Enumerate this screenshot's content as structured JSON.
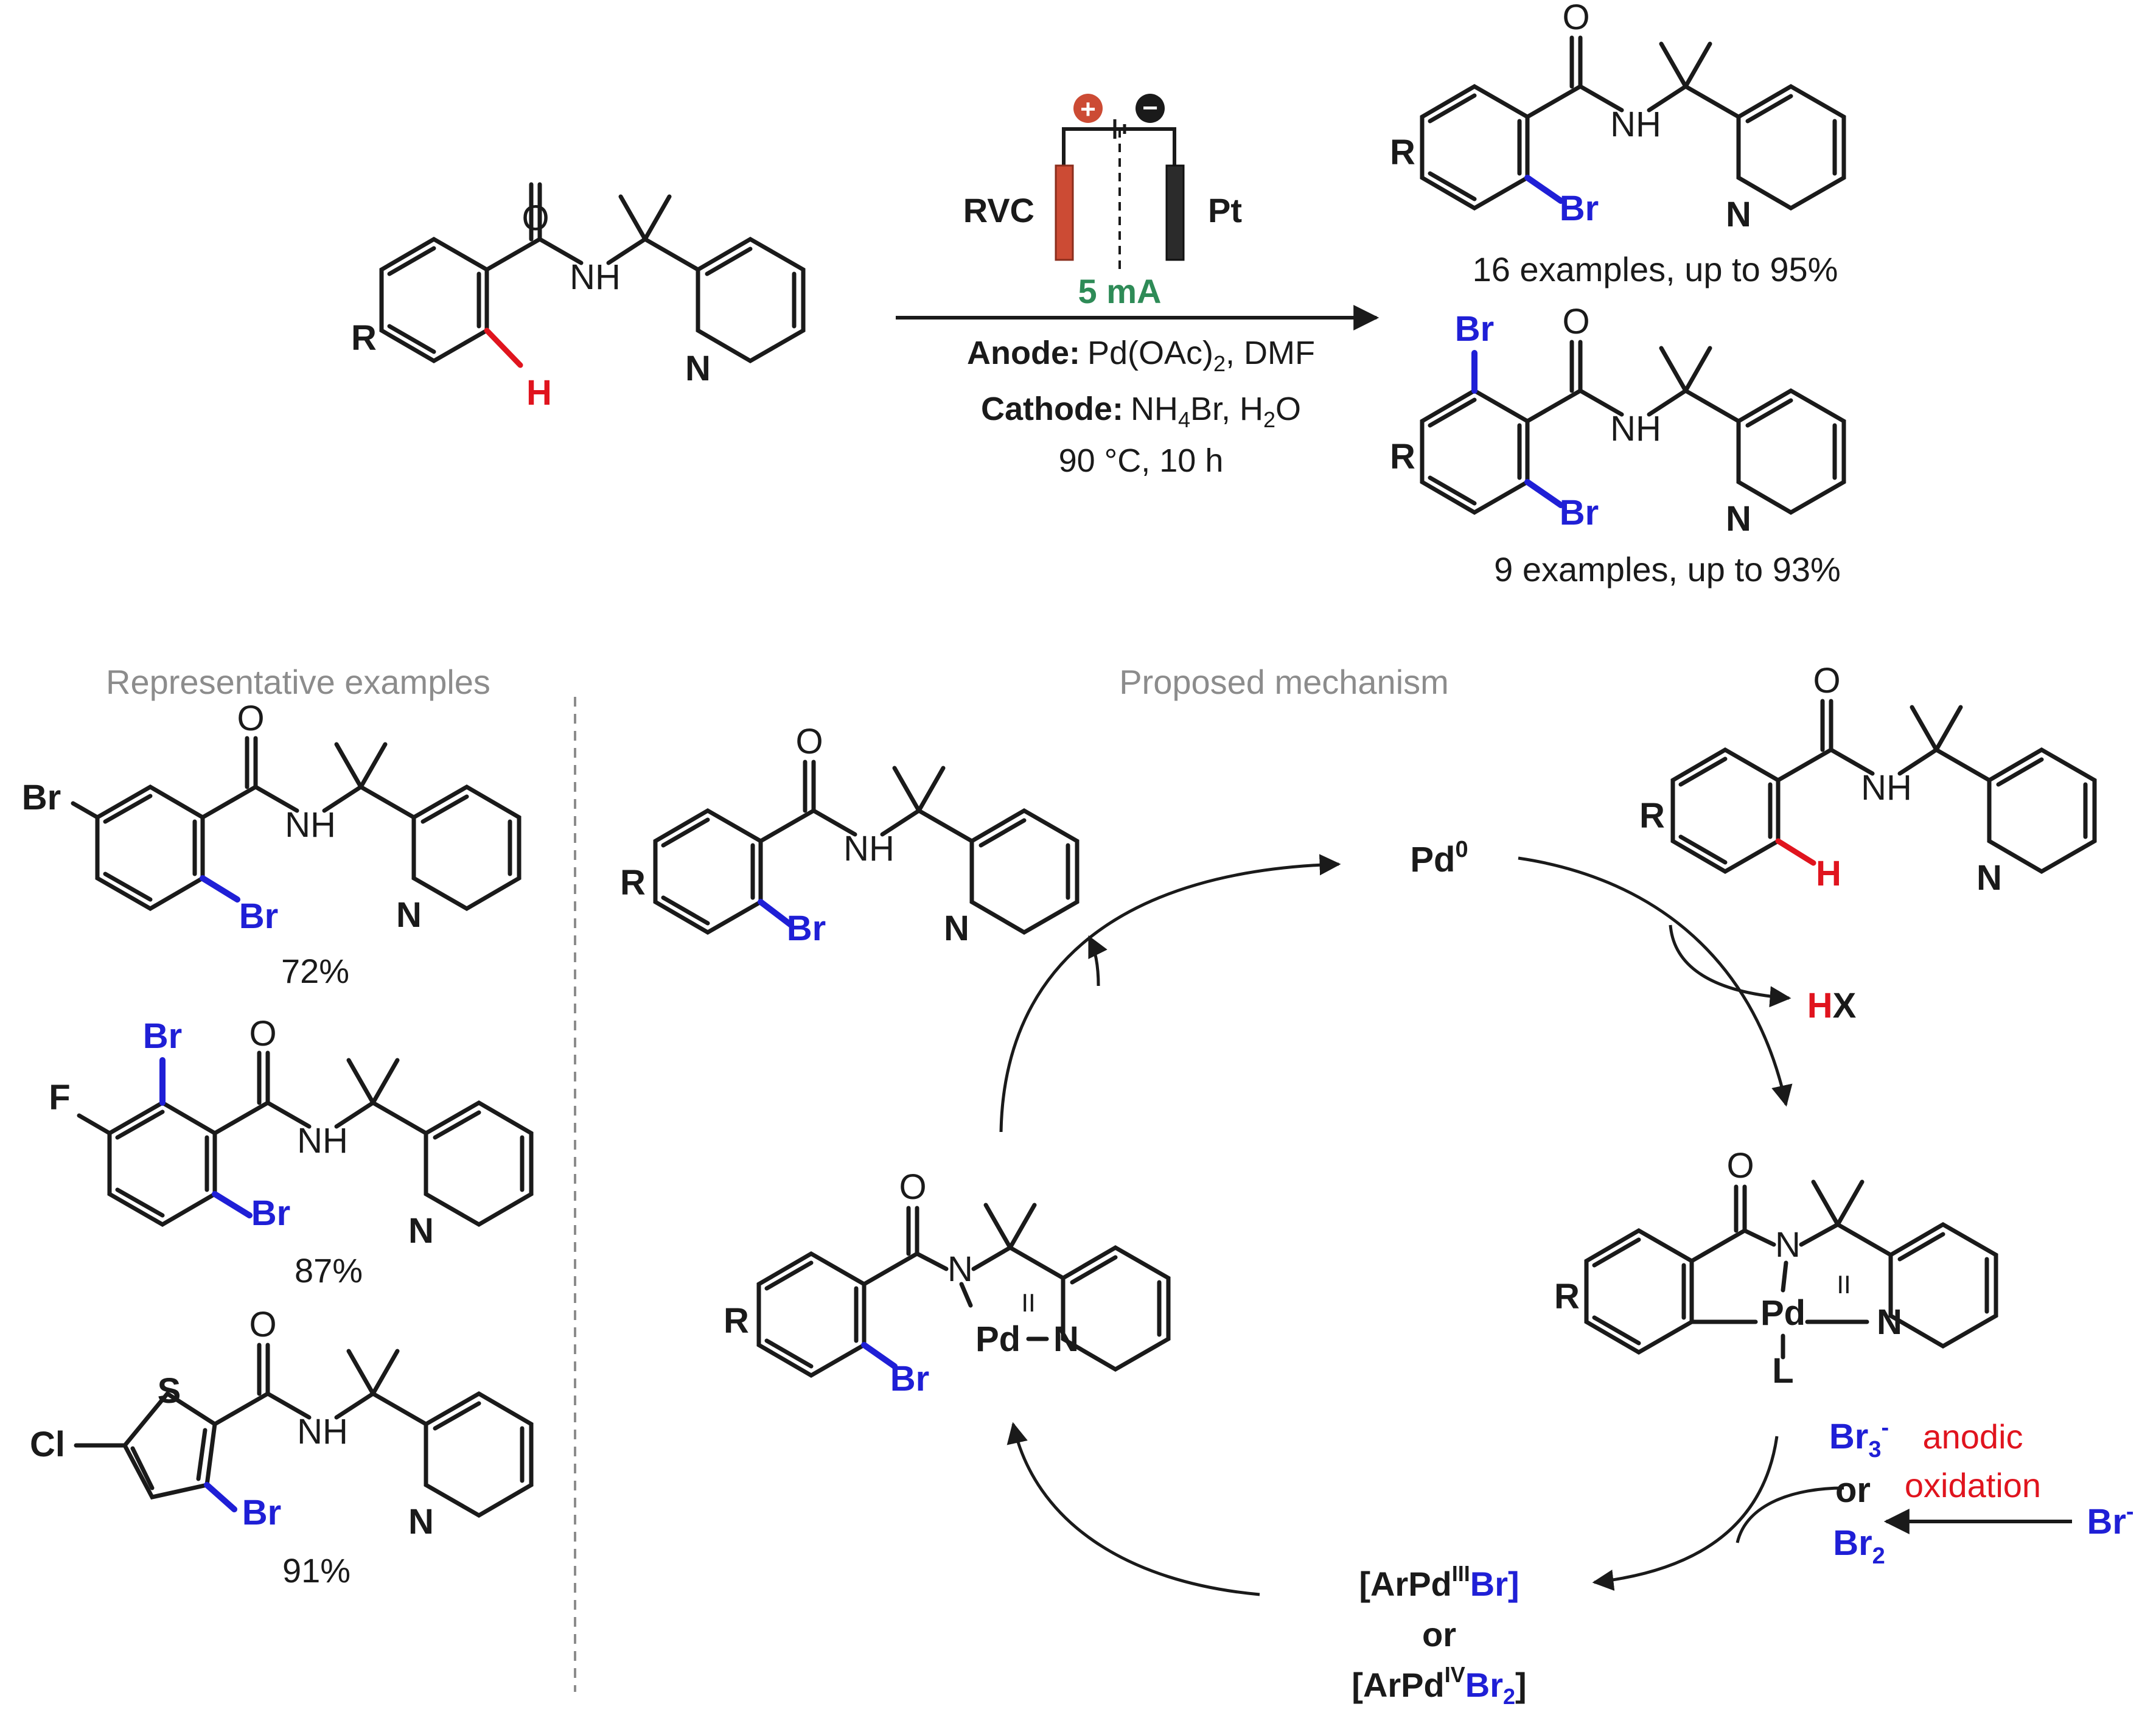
{
  "colors": {
    "black": "#1a1a1a",
    "blue": "#1f1fd6",
    "red": "#e0141e",
    "green": "#2e8b57",
    "gray": "#8c8c8c",
    "anode": "#cc4b34",
    "cathode": "#2b2b2b"
  },
  "atoms": {
    "O": "O",
    "N": "N",
    "NH": "NH",
    "H": "H",
    "R": "R",
    "Br": "Br",
    "F": "F",
    "Cl": "Cl",
    "S": "S",
    "L": "L",
    "Pd": "Pd"
  },
  "conditions": {
    "anode_material": "RVC",
    "cathode_material": "Pt",
    "plus_sign": "+",
    "minus_sign": "−",
    "current": "5 mA",
    "anode_label": "Anode:",
    "anode_reagents_a": "Pd(OAc)",
    "anode_reagents_sub": "2",
    "anode_reagents_b": ", DMF",
    "cathode_label": "Cathode:",
    "cathode_reagents_a": "NH",
    "cathode_reagents_sub1": "4",
    "cathode_reagents_b": "Br, H",
    "cathode_reagents_sub2": "2",
    "cathode_reagents_c": "O",
    "temp_time": "90 °C, 10 h"
  },
  "products": {
    "mono_caption": "16 examples, up to 95%",
    "di_caption": "9 examples, up to 93%"
  },
  "examples": {
    "heading": "Representative examples",
    "yields": [
      "72%",
      "87%",
      "91%"
    ]
  },
  "mechanism": {
    "heading": "Proposed mechanism",
    "pd0": "Pd",
    "pd0_sup": "0",
    "hx_h": "H",
    "hx_x": "X",
    "pd_ox_ii": "II",
    "br3": "Br",
    "br3_sub": "3",
    "br3_sup": "-",
    "or": "or",
    "br2": "Br",
    "br2_sub": "2",
    "anodic_1": "anodic",
    "anodic_2": "oxidation",
    "br_minus": "Br",
    "br_minus_sup": "-",
    "int1_a": "[ArPd",
    "int1_sup": "III",
    "int1_b": "Br]",
    "int_or": "or",
    "int2_a": "[ArPd",
    "int2_sup": "IV",
    "int2_b": "Br",
    "int2_sub": "2",
    "int2_c": "]"
  }
}
